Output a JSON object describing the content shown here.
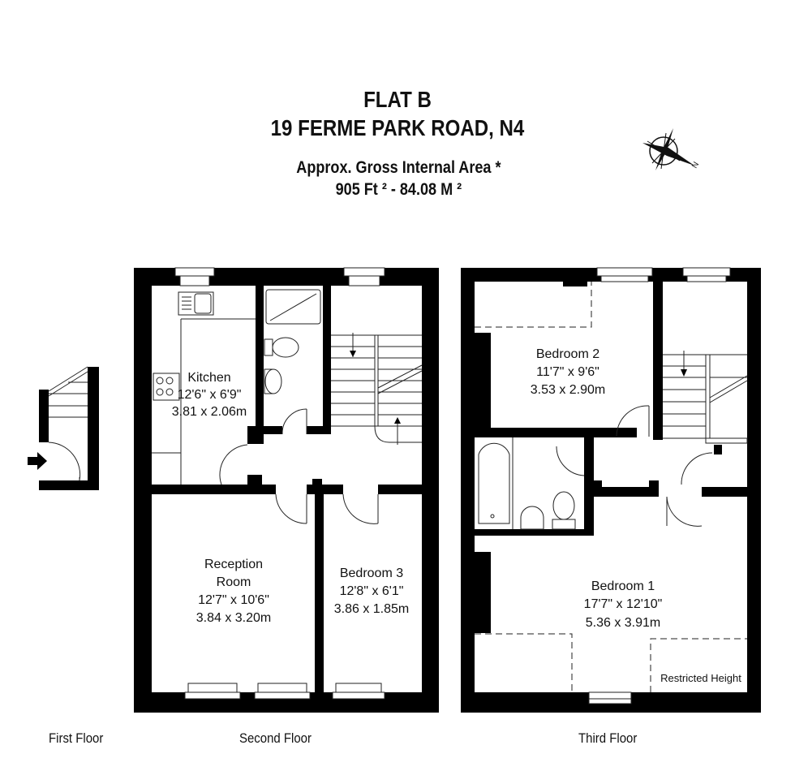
{
  "header": {
    "title_line1": "FLAT B",
    "title_line2": "19 FERME PARK ROAD, N4",
    "area_label": "Approx. Gross Internal Area *",
    "area_value": "905 Ft ² - 84.08 M ²"
  },
  "compass": {
    "icon": "compass-rose-icon",
    "north_label": "N"
  },
  "floors": [
    {
      "name": "First Floor",
      "icon": "entrance-arrow-icon"
    },
    {
      "name": "Second Floor",
      "rooms": [
        {
          "name": "Kitchen",
          "imperial": "12'6\" x 6'9\"",
          "metric": "3.81 x 2.06m"
        },
        {
          "name": "Reception",
          "name2": "Room",
          "imperial": "12'7\" x 10'6\"",
          "metric": "3.84 x 3.20m"
        },
        {
          "name": "Bedroom 3",
          "imperial": "12'8\" x 6'1\"",
          "metric": "3.86 x 1.85m"
        }
      ]
    },
    {
      "name": "Third Floor",
      "rooms": [
        {
          "name": "Bedroom 2",
          "imperial": "11'7\" x 9'6\"",
          "metric": "3.53 x 2.90m"
        },
        {
          "name": "Bedroom 1",
          "imperial": "17'7\" x 12'10\"",
          "metric": "5.36 x 3.91m"
        }
      ],
      "note": "Restricted Height"
    }
  ],
  "colors": {
    "wall": "#000000",
    "background": "#ffffff",
    "line": "#222222"
  }
}
